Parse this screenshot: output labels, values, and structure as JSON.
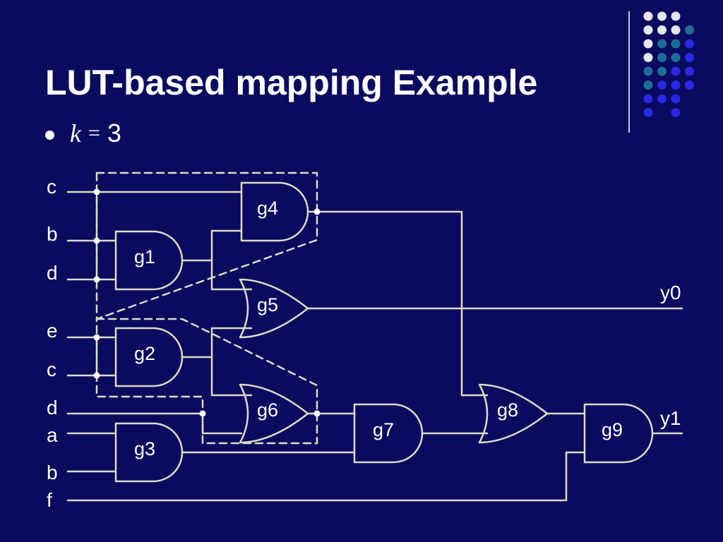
{
  "slide": {
    "title": "LUT-based mapping Example",
    "bullet": {
      "variable": "k",
      "operator": "=",
      "value": "3"
    }
  },
  "diagram": {
    "inputs": [
      "c",
      "b",
      "d",
      "e",
      "c",
      "d",
      "a",
      "b",
      "f"
    ],
    "outputs": [
      "y0",
      "y1"
    ],
    "gates": [
      {
        "id": "g1",
        "label": "g1",
        "kind": "AND"
      },
      {
        "id": "g2",
        "label": "g2",
        "kind": "AND"
      },
      {
        "id": "g3",
        "label": "g3",
        "kind": "AND"
      },
      {
        "id": "g4",
        "label": "g4",
        "kind": "AND"
      },
      {
        "id": "g5",
        "label": "g5",
        "kind": "OR"
      },
      {
        "id": "g6",
        "label": "g6",
        "kind": "OR"
      },
      {
        "id": "g7",
        "label": "g7",
        "kind": "AND"
      },
      {
        "id": "g8",
        "label": "g8",
        "kind": "OR"
      },
      {
        "id": "g9",
        "label": "g9",
        "kind": "AND"
      }
    ]
  },
  "colors": {
    "background": "#0a0a5e",
    "wire": "#dcdcc8",
    "text": "#ffffff",
    "dot_white": "#e6e6f0",
    "dot_teal": "#1c6e96",
    "dot_blue": "#2828e6"
  },
  "decoration": {
    "dot_grid": [
      [
        "white",
        "white",
        "white",
        "none"
      ],
      [
        "white",
        "white",
        "white",
        "teal"
      ],
      [
        "white",
        "teal",
        "teal",
        "blue"
      ],
      [
        "white",
        "teal",
        "teal",
        "blue"
      ],
      [
        "teal",
        "teal",
        "blue",
        "blue"
      ],
      [
        "teal",
        "blue",
        "blue",
        "blue"
      ],
      [
        "blue",
        "blue",
        "blue",
        "none"
      ],
      [
        "blue",
        "none",
        "blue",
        "none"
      ]
    ]
  }
}
